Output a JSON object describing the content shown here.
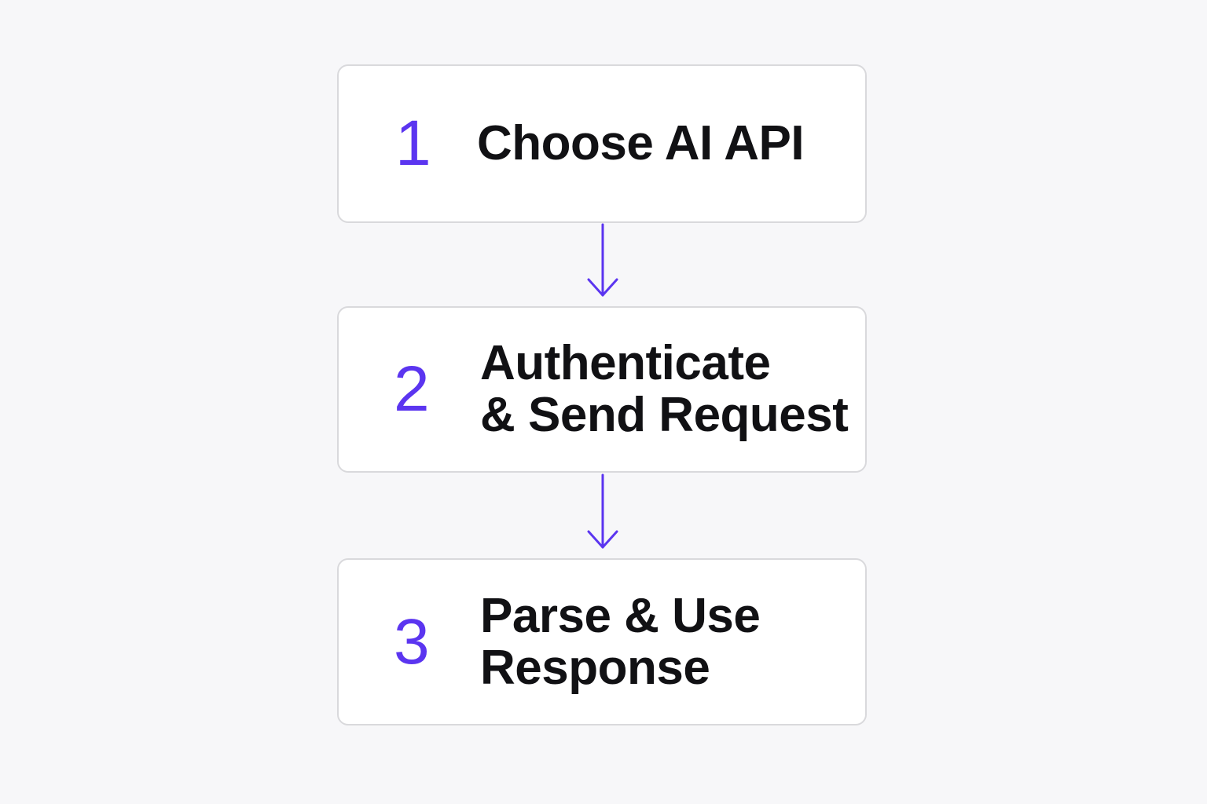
{
  "steps": [
    {
      "number": "1",
      "label": "Choose AI API"
    },
    {
      "number": "2",
      "label": "Authenticate\n& Send Request"
    },
    {
      "number": "3",
      "label": "Parse & Use\nResponse"
    }
  ],
  "colors": {
    "accent": "#5b35f0",
    "text": "#111114",
    "box_border": "#d9d9dc",
    "box_fill": "#ffffff",
    "background": "#f7f7f9"
  },
  "connectors": [
    {
      "from": "1",
      "to": "2",
      "icon": "arrow-down-icon"
    },
    {
      "from": "2",
      "to": "3",
      "icon": "arrow-down-icon"
    }
  ]
}
